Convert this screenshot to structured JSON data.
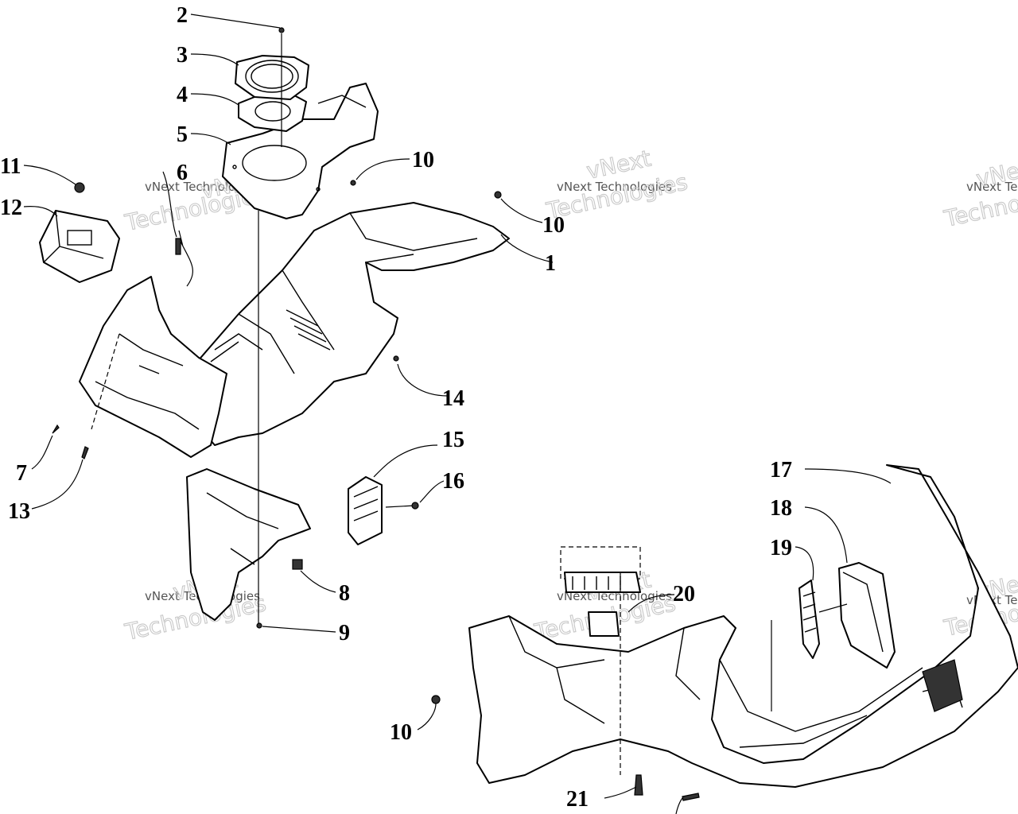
{
  "watermark": {
    "small": "vNext Technologies",
    "big_line1": "vNext",
    "big_line2": "Technologies"
  },
  "callouts": [
    {
      "id": "c2",
      "label": "2"
    },
    {
      "id": "c3",
      "label": "3"
    },
    {
      "id": "c4",
      "label": "4"
    },
    {
      "id": "c5",
      "label": "5"
    },
    {
      "id": "c6",
      "label": "6"
    },
    {
      "id": "c10a",
      "label": "10"
    },
    {
      "id": "c10b",
      "label": "10"
    },
    {
      "id": "c1",
      "label": "1"
    },
    {
      "id": "c11",
      "label": "11"
    },
    {
      "id": "c12",
      "label": "12"
    },
    {
      "id": "c14",
      "label": "14"
    },
    {
      "id": "c15",
      "label": "15"
    },
    {
      "id": "c16",
      "label": "16"
    },
    {
      "id": "c7",
      "label": "7"
    },
    {
      "id": "c13",
      "label": "13"
    },
    {
      "id": "c8",
      "label": "8"
    },
    {
      "id": "c9",
      "label": "9"
    },
    {
      "id": "c17",
      "label": "17"
    },
    {
      "id": "c18",
      "label": "18"
    },
    {
      "id": "c19",
      "label": "19"
    },
    {
      "id": "c20",
      "label": "20"
    },
    {
      "id": "c10c",
      "label": "10"
    },
    {
      "id": "c21",
      "label": "21"
    }
  ]
}
